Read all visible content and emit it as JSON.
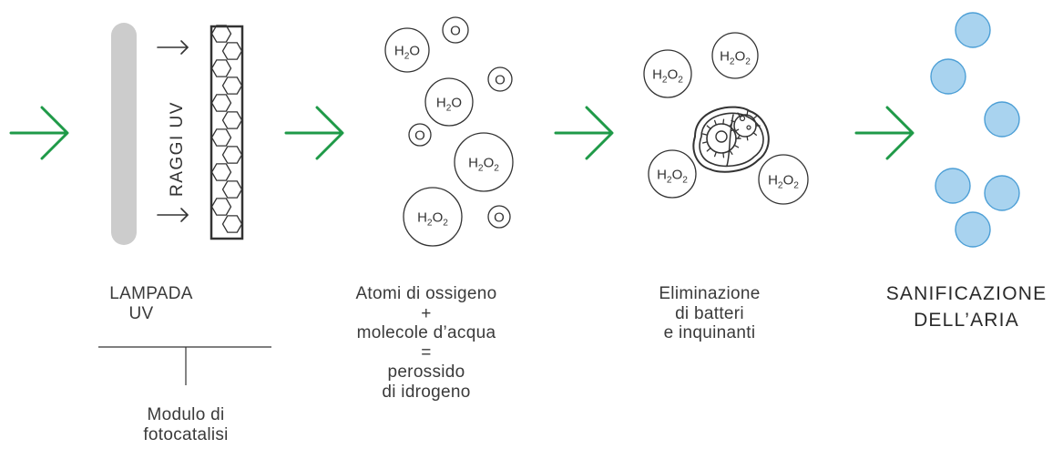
{
  "colors": {
    "arrow_green": "#1f9a48",
    "lamp_gray": "#cccccc",
    "ink": "#333333",
    "air_blue_fill": "#a9d3ef",
    "air_blue_stroke": "#4d9fd6"
  },
  "uv_rays_label": "RAGGI UV",
  "molecules": {
    "h2o": "H",
    "h2o_sub": "2",
    "h2o_tail": "O",
    "h2o2_sub_end": "2",
    "oxygen": "O"
  },
  "labels": {
    "lamp": [
      "LAMPADA",
      "UV"
    ],
    "module": [
      "Modulo di",
      "fotocatalisi"
    ],
    "oxygen_atoms": [
      "Atomi di ossigeno",
      "+",
      "molecole d’acqua",
      "=",
      "perossido",
      "di idrogeno"
    ],
    "elimination": [
      "Eliminazione",
      "di batteri",
      "e inquinanti"
    ],
    "result": [
      "SANIFICAZIONE",
      "DELL’ARIA"
    ]
  },
  "icons": {
    "flow_arrow": "arrow-right-icon",
    "ray_arrow": "arrow-right-icon",
    "bacteria": "bacteria-icon",
    "air_bubble": "air-bubble-icon"
  }
}
